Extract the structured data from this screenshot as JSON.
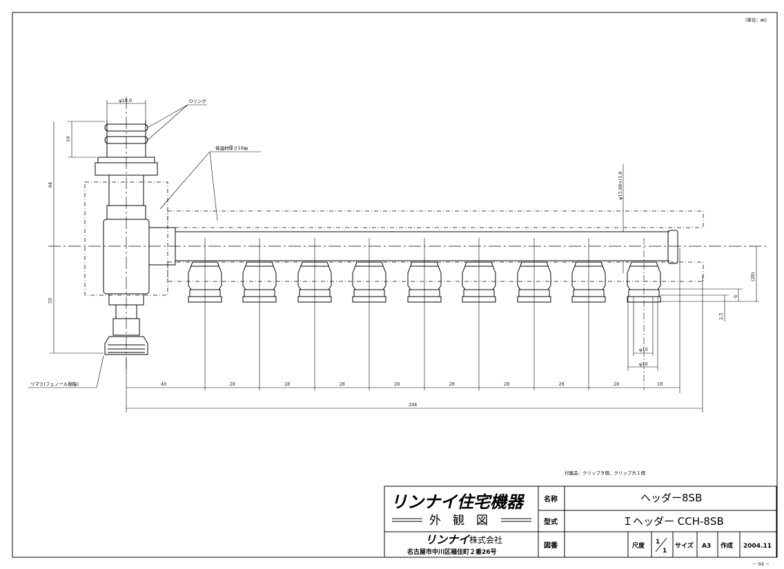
{
  "drawing": {
    "unit_note": "（単位：㎜）",
    "page_number": "－ 84 －",
    "accessories_note": "付属品：クリップ９個、クリップ大１個",
    "labels": {
      "o_ring": "Oリング",
      "insulation": "保温材厚さ10㎜",
      "knob": "ツマミ(フェノール樹脂)",
      "pipe_dia": "φ15.88×t1.0"
    },
    "dimensions": {
      "top_dia": "φ19.9",
      "top_height": "19",
      "upper_height": "64",
      "lower_height": "55",
      "pitch_first": "40",
      "pitch": "28",
      "end": "18",
      "total": "294",
      "outlet_inner_dia": "φ10",
      "outlet_outer_dia": "φ16",
      "right_28": "(28)",
      "right_6": "6",
      "right_2_5": "2.5"
    }
  },
  "title_block": {
    "company_logo": "リンナイ住宅機器",
    "drawing_type": "外　観　図",
    "company": "リンナイ",
    "company_suffix": "株式会社",
    "address": "名古屋市中川区福住町２番26号",
    "labels": {
      "name": "名称",
      "model": "型式",
      "drawing_no": "図番",
      "scale": "尺度",
      "size": "サイズ",
      "created": "作成"
    },
    "name": "ヘッダー8SB",
    "model": "Ｉヘッダー CCH-8SB",
    "scale_num": "1",
    "scale_den": "1",
    "size": "A3",
    "date": "2004.11"
  }
}
